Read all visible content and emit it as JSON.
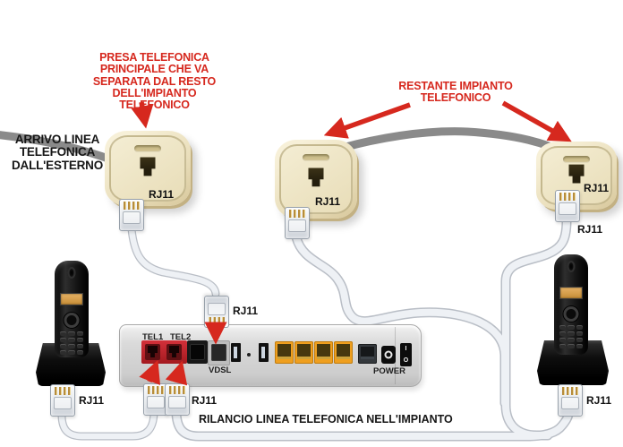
{
  "labels": {
    "presa_principale": {
      "lines": [
        "PRESA TELEFONICA",
        "PRINCIPALE CHE VA",
        "SEPARATA DAL RESTO",
        "DELL'IMPIANTO TELEFONICO"
      ]
    },
    "restante_impianto": {
      "lines": [
        "RESTANTE IMPIANTO",
        "TELEFONICO"
      ]
    },
    "arrivo_linea": {
      "lines": [
        "ARRIVO LINEA",
        "TELEFONICA",
        "DALL'ESTERNO"
      ]
    },
    "rilancio": "RILANCIO LINEA TELEFONICA NELL'IMPIANTO",
    "rj11": "RJ11"
  },
  "modem": {
    "tel1": "TEL1",
    "tel2": "TEL2",
    "vdsl": "VDSL",
    "power": "POWER",
    "switch_on": "I",
    "switch_off": "O"
  },
  "colors": {
    "annotation_red": "#d6281e",
    "socket_beige": "#ece3c2",
    "cable_gray": "#8a8a8a",
    "modem_body": "#d7d7d7",
    "tel_panel_red": "#c2222a",
    "ethernet_yellow": "#ef9f1f"
  }
}
